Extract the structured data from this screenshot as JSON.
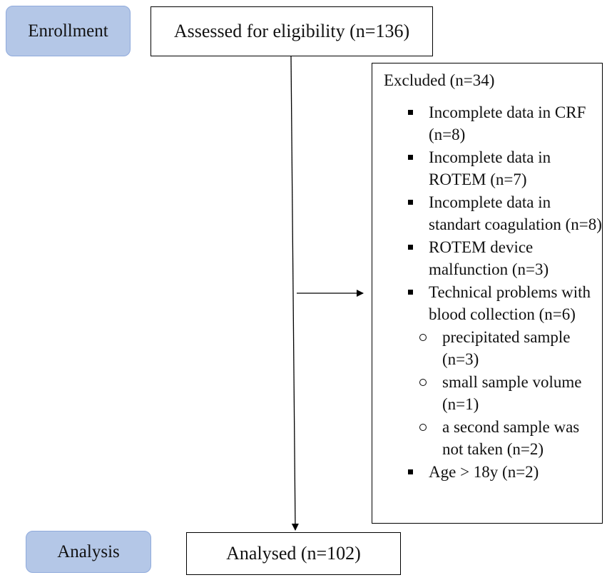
{
  "stages": {
    "enrollment": "Enrollment",
    "analysis": "Analysis"
  },
  "boxes": {
    "assessed": "Assessed for eligibility (n=136)",
    "analysed": "Analysed (n=102)"
  },
  "excluded": {
    "title": "Excluded (n=34)",
    "items": [
      {
        "text": "Incomplete data in CRF (n=8)"
      },
      {
        "text": "Incomplete data in ROTEM (n=7)"
      },
      {
        "text": "Incomplete data in standart coagulation (n=8)"
      },
      {
        "text": "ROTEM device malfunction (n=3)"
      },
      {
        "text": "Technical problems with blood collection (n=6)",
        "subitems": [
          "precipitated sample (n=3)",
          "small sample volume (n=1)",
          "a second sample was not taken (n=2)"
        ]
      },
      {
        "text": "Age > 18y (n=2)"
      }
    ]
  }
}
